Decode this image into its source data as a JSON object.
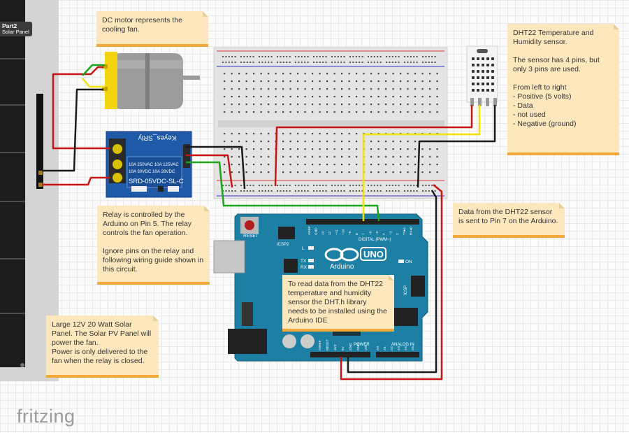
{
  "app": {
    "brand": "fritzing"
  },
  "solar_panel": {
    "part_id": "Part2",
    "part_name": "Solar Panel"
  },
  "relay": {
    "brand": "Keyes_SRly",
    "rating1": "10A 250VAC  10A 125VAC",
    "rating2": "10A  30VDC  10A  28VDC",
    "model": "SRD-05VDC-SL-C"
  },
  "arduino": {
    "model": "UNO",
    "logo": "Arduino",
    "reset": "RESET",
    "icsp": "ICSP",
    "icsp2": "ICSP2",
    "on": "ON",
    "led_l": "L",
    "led_tx": "TX",
    "led_rx": "RX",
    "digital": "DIGITAL (PWM~)",
    "power": "POWER",
    "analog": "ANALOG IN",
    "digital_pins": [
      "AREF",
      "GND",
      "13",
      "12",
      "~11",
      "~10",
      "~9",
      "8",
      "7",
      "~6",
      "~5",
      "4",
      "~3",
      "2",
      "TX▸1",
      "RX◂0"
    ],
    "power_pins": [
      "IOREF",
      "RESET",
      "3V3",
      "5V",
      "GND",
      "GND",
      "VIN"
    ],
    "analog_pins": [
      "A0",
      "A1",
      "A2",
      "A3",
      "A4",
      "A5"
    ]
  },
  "notes": {
    "motor": "DC motor represents the cooling fan.",
    "dht": "DHT22 Temperature and Humidity sensor.\n\nThe sensor has 4 pins, but only 3 pins are used.\n\nFrom left to right\n- Positive (5 volts)\n- Data\n- not used\n- Negative (ground)",
    "relay": "Relay is controlled by the Arduino on Pin 5. The relay controls the fan operation.\n\nIgnore pins on the relay and following wiring guide shown in this circuit.",
    "data_pin": "Data from the DHT22 sensor is sent to Pin 7 on the Arduino.",
    "library": "To read data from the DHT22 temperature and humidity sensor the DHT.h library needs to be installed using the Arduino IDE",
    "solar": "Large 12V 20 Watt Solar Panel. The Solar PV Panel will power the fan.\nPower is only delivered to the fan when the relay is closed."
  },
  "colors": {
    "wire_red": "#c81414",
    "wire_black": "#1a1a1a",
    "wire_green": "#1aa51a",
    "wire_yellow": "#f5e20a",
    "board_teal": "#1c7fa3",
    "relay_blue": "#1f5aa8",
    "note_bg": "#fde7bd",
    "note_border": "#f3a93a"
  }
}
